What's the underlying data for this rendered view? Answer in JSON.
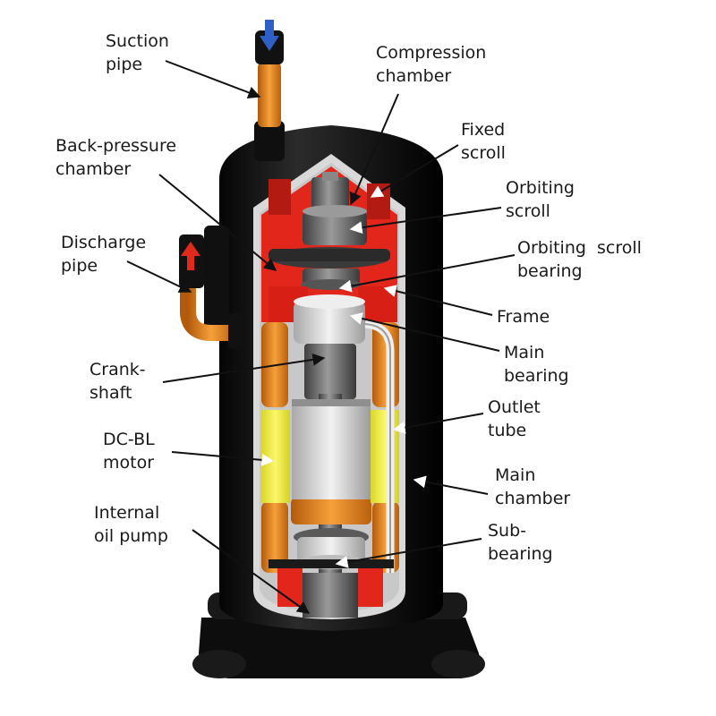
{
  "labels": {
    "suction_pipe": "Suction\npipe",
    "compression_chamber": "Compression\nchamber",
    "fixed_scroll": "Fixed\nscroll",
    "back_pressure_chamber": "Back-pressure\nchamber",
    "orbiting_scroll": "Orbiting\nscroll",
    "discharge_pipe": "Discharge\npipe",
    "orbiting_scroll_bearing": "Orbiting  scroll\nbearing",
    "frame": "Frame",
    "main_bearing": "Main\nbearing",
    "crankshaft": "Crank-\nshaft",
    "outlet_tube": "Outlet\ntube",
    "dc_bl_motor": "DC-BL\nmotor",
    "main_chamber": "Main\nchamber",
    "internal_oil_pump": "Internal\noil pump",
    "sub_bearing": "Sub-\nbearing"
  },
  "colors": {
    "shell": "#151515",
    "cutaway": "#d9d9d9",
    "refrigerant_red": "#e3261b",
    "copper_orange": "#f0871f",
    "motor_yellow": "#f2ef3a",
    "steel_grey": "#6d6d6d",
    "suction_arrow": "#2f5fc4",
    "discharge_arrow": "#e02a1c"
  }
}
